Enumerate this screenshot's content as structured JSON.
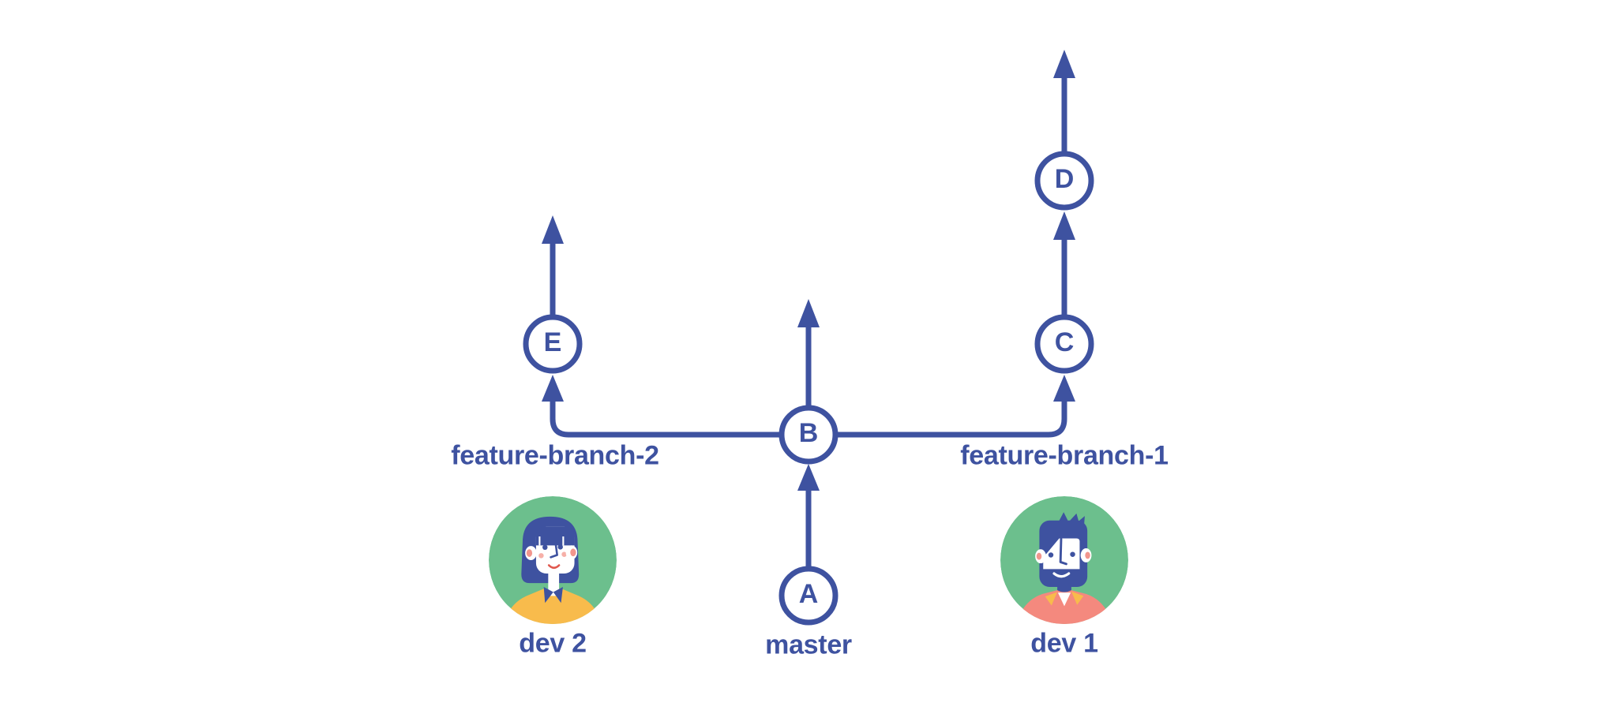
{
  "diagram": {
    "commits": [
      {
        "label": "A"
      },
      {
        "label": "B"
      },
      {
        "label": "C"
      },
      {
        "label": "D"
      },
      {
        "label": "E"
      }
    ],
    "branches": [
      {
        "label": "feature-branch-2"
      },
      {
        "label": "master"
      },
      {
        "label": "feature-branch-1"
      }
    ],
    "developers": [
      {
        "label": "dev 2"
      },
      {
        "label": "dev 1"
      }
    ],
    "colors": {
      "line_blue": "#3E52A0",
      "avatar_green": "#6CBF8D",
      "shirt_yellow": "#F8BB4C",
      "shirt_salmon": "#F4897E",
      "ear_inner_salmon": "#F2968D",
      "mouth_red": "#E0584E",
      "background": "#FFFFFF"
    }
  }
}
